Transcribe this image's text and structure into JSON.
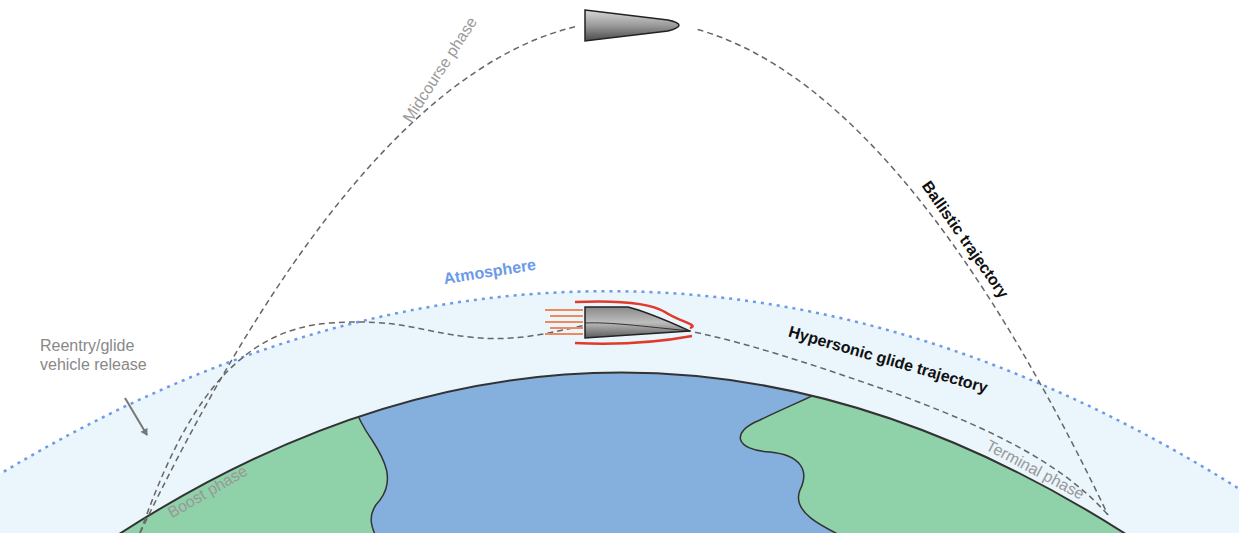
{
  "diagram": {
    "labels": [
      "Midcourse phase",
      "Ballistic trajectory",
      "Atmosphere",
      "Hypersonic glide trajectory",
      "Reentry/glide vehicle release",
      "Boost phase",
      "Terminal phase"
    ]
  }
}
